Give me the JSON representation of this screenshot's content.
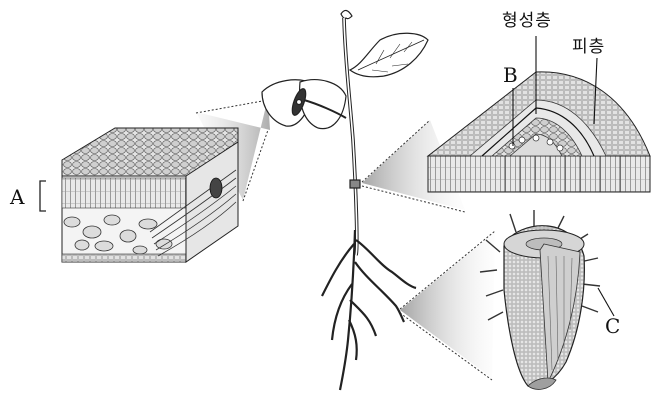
{
  "labels": {
    "a": "A",
    "b": "B",
    "c": "C",
    "cambium": "형성층",
    "cortex": "피층"
  },
  "icons": {
    "plant": "seedling-plant-icon",
    "leaf_section": "leaf-cross-section-icon",
    "stem_section": "stem-cross-section-icon",
    "root_tip": "root-tip-section-icon"
  },
  "colors": {
    "line": "#222222",
    "cell_fill": "#d9d9d9",
    "cell_light": "#ececec",
    "shadow": "#9a9a9a"
  }
}
